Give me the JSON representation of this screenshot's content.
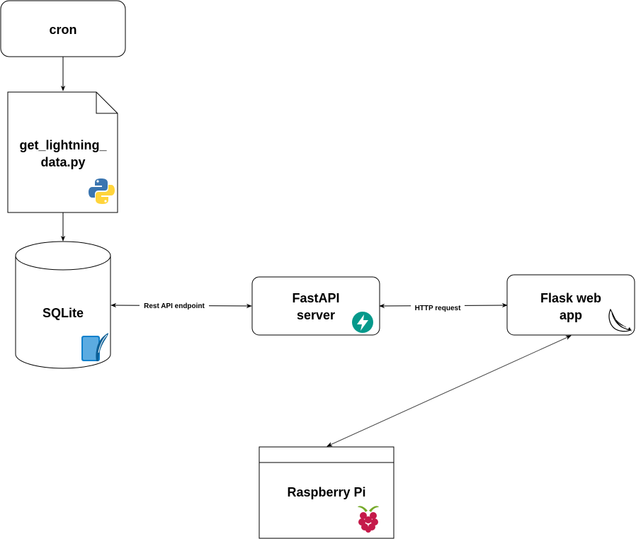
{
  "nodes": {
    "cron": {
      "label": "cron"
    },
    "script": {
      "label_line1": "get_lightning_",
      "label_line2": "data.py",
      "icon": "python-icon"
    },
    "sqlite": {
      "label": "SQLite",
      "icon": "sqlite-feather-icon"
    },
    "fastapi": {
      "label_line1": "FastAPI",
      "label_line2": "server",
      "icon": "fastapi-bolt-icon"
    },
    "flask": {
      "label_line1": "Flask web",
      "label_line2": "app",
      "icon": "flask-horn-icon"
    },
    "raspberry": {
      "label": "Raspberry Pi",
      "icon": "raspberry-pi-icon"
    }
  },
  "edges": {
    "sqlite_fastapi": {
      "label": "Rest API endpoint"
    },
    "fastapi_flask": {
      "label": "HTTP request"
    }
  },
  "colors": {
    "stroke": "#000000",
    "python_blue": "#3a75b0",
    "python_yellow": "#ffd43b",
    "fastapi_teal": "#05998b",
    "sqlite_blue": "#0f80cc",
    "raspberry_red": "#c51a4a",
    "leaf_green": "#75a928"
  }
}
